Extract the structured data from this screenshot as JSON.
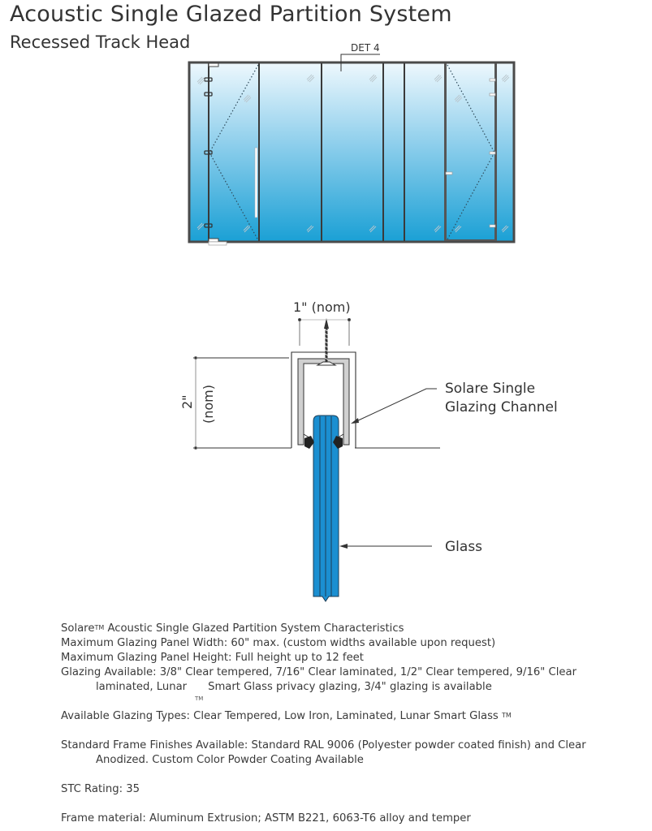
{
  "header": {
    "title": "Acoustic Single Glazed Partition System",
    "subtitle": "Recessed Track Head"
  },
  "elevation": {
    "callout": "DET 4",
    "panels": [
      "door-left-swing",
      "fixed",
      "fixed",
      "narrow-fixed",
      "fixed",
      "door-right-swing",
      "narrow-fixed"
    ],
    "glass_gradient": {
      "top": "#eaf6fc",
      "bottom": "#1ea3d6"
    },
    "frame_color": "#4a4a4a"
  },
  "section": {
    "width_dim": "1\" (nom)",
    "height_dim_value": "2\"",
    "height_dim_note": "(nom)",
    "channel_label_line1": "Solare Single",
    "channel_label_line2": "Glazing Channel",
    "glass_label": "Glass",
    "glass_color": "#1a8fd0"
  },
  "specs": {
    "heading_brand": "Solare",
    "heading_tm": "TM",
    "heading_rest": "Acoustic Single Glazed Partition System Characteristics",
    "max_width": "Maximum Glazing Panel Width:  60\" max. (custom widths available upon request)",
    "max_height": "Maximum Glazing Panel Height:  Full height up to 12 feet",
    "glazing_available_1": "Glazing Available:  3/8\" Clear tempered, 7/16\" Clear laminated, 1/2\" Clear tempered, 9/16\" Clear",
    "glazing_available_2a": "laminated, Lunar",
    "glazing_available_2b": "Smart Glass privacy glazing, 3/4\" glazing is available",
    "glazing_tm": "TM",
    "glazing_types": "Available Glazing Types:  Clear Tempered, Low Iron, Laminated, Lunar Smart Glass",
    "glazing_types_tm": "TM",
    "finishes_1": "Standard Frame Finishes Available: Standard RAL 9006 (Polyester powder coated finish) and Clear",
    "finishes_2": "Anodized.  Custom Color Powder Coating Available",
    "stc": "STC Rating:  35",
    "frame_material": "Frame material:  Aluminum Extrusion; ASTM B221, 6063-T6 alloy and temper"
  }
}
